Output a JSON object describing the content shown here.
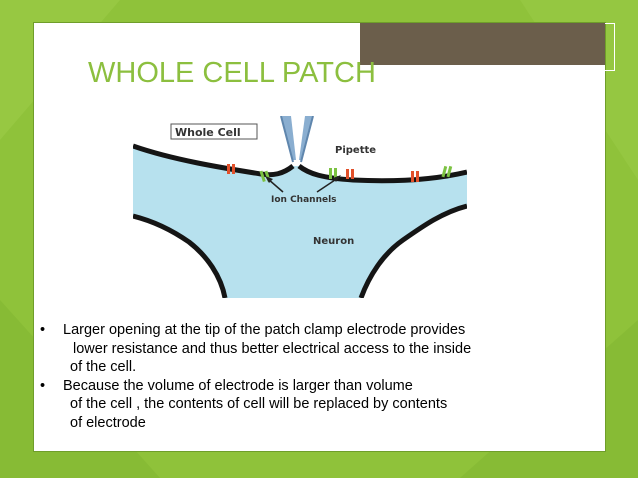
{
  "slide": {
    "title": "WHOLE CELL PATCH",
    "colors": {
      "accent": "#8cbf3f",
      "background": "#8fc23a",
      "top_box": "#6b5e4b"
    }
  },
  "figure": {
    "label_box": "Whole Cell",
    "pipette": "Pipette",
    "ion_channels": "Ion Channels",
    "neuron": "Neuron",
    "colors": {
      "cell": "#b7e1ee",
      "membrane": "#151515",
      "channel_red": "#e2502a",
      "channel_green": "#7cc242",
      "pipette": "#8aaed0"
    }
  },
  "bullets": [
    {
      "marker": "•",
      "lines": [
        "Larger opening at the tip of the patch clamp electrode provides",
        "lower resistance and thus better electrical access to the inside",
        "of the cell."
      ]
    },
    {
      "marker": "•",
      "lines": [
        "Because the volume of electrode is larger than volume",
        "of the cell , the contents of cell will be replaced by contents",
        "of electrode"
      ]
    }
  ]
}
